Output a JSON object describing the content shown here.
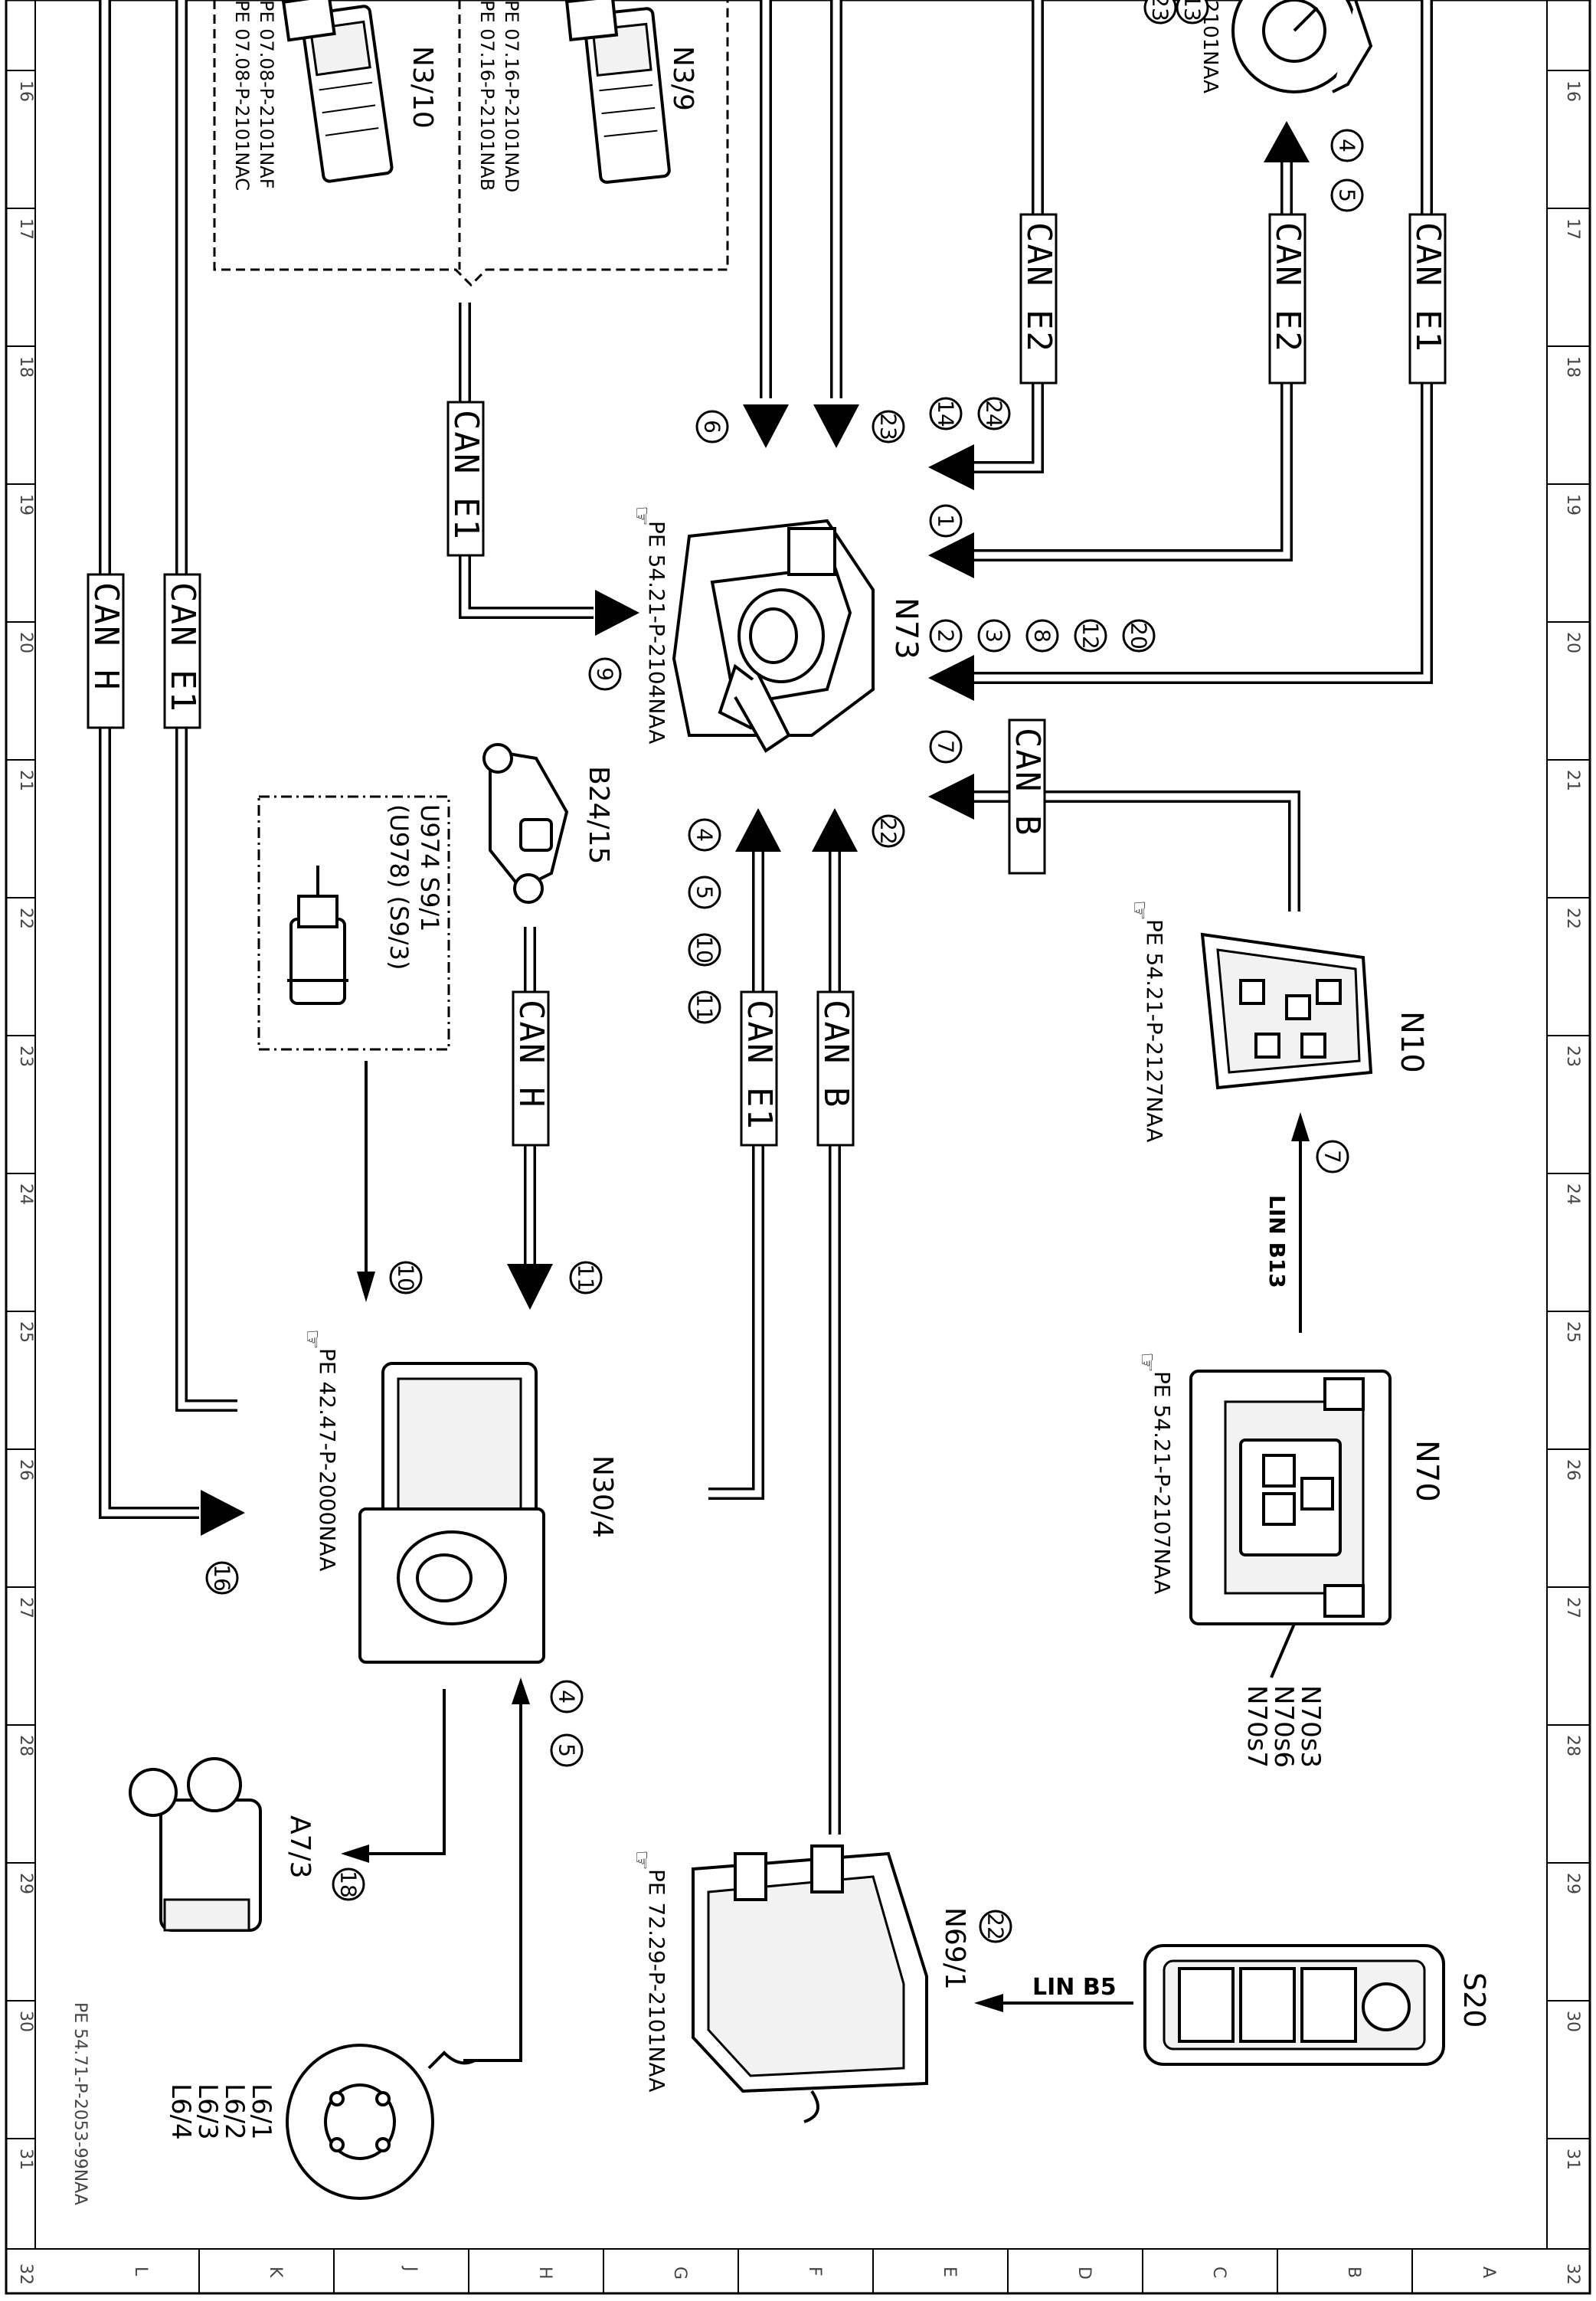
{
  "grid": {
    "numbers": [
      "16",
      "17",
      "18",
      "19",
      "20",
      "21",
      "22",
      "23",
      "24",
      "25",
      "26",
      "27",
      "28",
      "29",
      "30",
      "31",
      "32"
    ],
    "letters": [
      "L",
      "K",
      "J",
      "H",
      "G",
      "F",
      "E",
      "D",
      "C",
      "B",
      "A"
    ]
  },
  "footer_code": "PE 54.71-P-2053-99NAA",
  "components": {
    "n3_10": {
      "label": "N3/10",
      "refs": [
        "PE 07.08-P-2101NAC",
        "PE 07.08-P-2101NAF"
      ]
    },
    "n3_9": {
      "label": "N3/9",
      "refs": [
        "PE 07.16-P-2101NAB",
        "PE 07.16-P-2101NAD"
      ]
    },
    "instrument": {
      "ref": "2101NAA"
    },
    "n73": {
      "label": "N73",
      "ref": "PE 54.21-P-2104NAA"
    },
    "b24_15": {
      "label": "B24/15"
    },
    "u974": {
      "line1": "U974  S9/1",
      "line2": "(U978) (S9/3)"
    },
    "n10": {
      "label": "N10",
      "ref": "PE 54.21-P-2127NAA"
    },
    "n70": {
      "label": "N70",
      "ref": "PE 54.21-P-2107NAA",
      "switches": [
        "N70s3",
        "N70s6",
        "N70s7"
      ]
    },
    "n30_4": {
      "label": "N30/4",
      "ref": "PE 42.47-P-2000NAA"
    },
    "a7_3": {
      "label": "A7/3"
    },
    "n69_1": {
      "label": "N69/1",
      "ref": "PE 72.29-P-2101NAA"
    },
    "s20": {
      "label": "S20"
    },
    "l6": {
      "labels": [
        "L6/1",
        "L6/2",
        "L6/3",
        "L6/4"
      ]
    }
  },
  "bus_labels": {
    "can_e1": "CAN E1",
    "can_e2": "CAN E2",
    "can_h": "CAN H",
    "can_b": "CAN B",
    "lin_b13": "LIN B13",
    "lin_b5": "LIN B5"
  },
  "circle_numbers": {
    "top_13": "13",
    "top_23": "23",
    "inst_4": "4",
    "inst_5": "5",
    "n73_6": "6",
    "n73_23": "23",
    "n73_14": "14",
    "n73_24": "24",
    "n73_1": "1",
    "n73_2": "2",
    "n73_3": "3",
    "n73_8": "8",
    "n73_12": "12",
    "n73_20": "20",
    "n73_7": "7",
    "n73_9": "9",
    "n73_22": "22",
    "n73_4": "4",
    "n73_5": "5",
    "n73_10": "10",
    "n73_11": "11",
    "n10_7": "7",
    "n30_10": "10",
    "n30_11": "11",
    "n30_16": "16",
    "n30_4": "4",
    "n30_5": "5",
    "a7_18": "18",
    "n69_22": "22"
  }
}
